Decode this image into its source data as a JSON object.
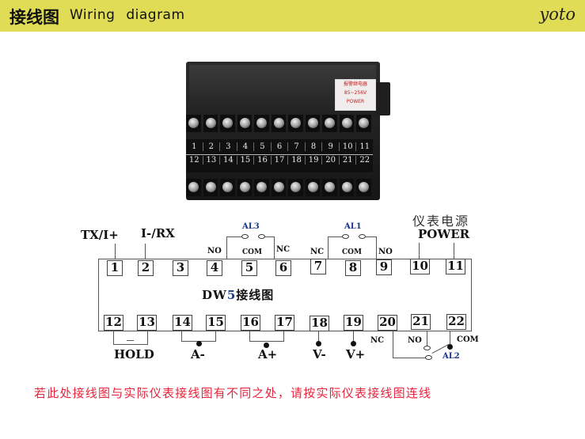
{
  "header": {
    "title_cn": "接线图",
    "title_en": "Wiring diagram",
    "brand": "yoto",
    "background": "#e0dc55"
  },
  "device_photo": {
    "label_text": [
      "报警继电器",
      "85~256V",
      "POWER"
    ],
    "top_numbers": [
      "1",
      "2",
      "3",
      "4",
      "5",
      "6",
      "7",
      "8",
      "9",
      "10",
      "11"
    ],
    "bottom_numbers": [
      "12",
      "13",
      "14",
      "15",
      "16",
      "17",
      "18",
      "19",
      "20",
      "21",
      "22"
    ]
  },
  "diagram": {
    "title_prefix": "DW",
    "title_number": "5",
    "title_suffix": "接线图",
    "top_terminals": [
      "1",
      "2",
      "3",
      "4",
      "5",
      "6",
      "7",
      "8",
      "9",
      "10",
      "11"
    ],
    "bottom_terminals": [
      "12",
      "13",
      "14",
      "15",
      "16",
      "17",
      "18",
      "19",
      "20",
      "21",
      "22"
    ],
    "labels": {
      "tx": "TX/I+",
      "rx": "I-/RX",
      "power_cn": "仪表电源",
      "power_en": "POWER",
      "al3": "AL3",
      "al1": "AL1",
      "al2": "AL2",
      "no_4": "NO",
      "com_5": "COM",
      "nc_6": "NC",
      "nc_7": "NC",
      "com_8": "COM",
      "no_9": "NO",
      "nc_20": "NC",
      "no_21": "NO",
      "com_22": "COM",
      "hold": "HOLD",
      "a_minus": "A-",
      "a_plus": "A+",
      "v_minus": "V-",
      "v_plus": "V+"
    }
  },
  "footer": {
    "note": "若此处接线图与实际仪表接线图有不同之处，请按实际仪表接线图连线",
    "color": "#e8243c"
  }
}
